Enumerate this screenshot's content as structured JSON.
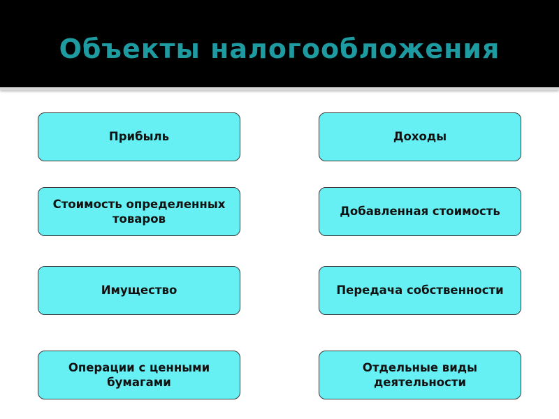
{
  "slide": {
    "title": "Объекты налогообложения",
    "colors": {
      "header_background": "#000000",
      "title_color": "#1e9aa1",
      "box_fill": "#66f0f4",
      "box_border": "#3a3a3a"
    },
    "items_left": [
      {
        "label": "Прибыль"
      },
      {
        "label": "Стоимость определенных товаров"
      },
      {
        "label": "Имущество"
      },
      {
        "label": "Операции с ценными бумагами"
      }
    ],
    "items_right": [
      {
        "label": "Доходы"
      },
      {
        "label": "Добавленная стоимость"
      },
      {
        "label": "Передача собственности"
      },
      {
        "label": "Отдельные виды деятельности"
      }
    ]
  }
}
